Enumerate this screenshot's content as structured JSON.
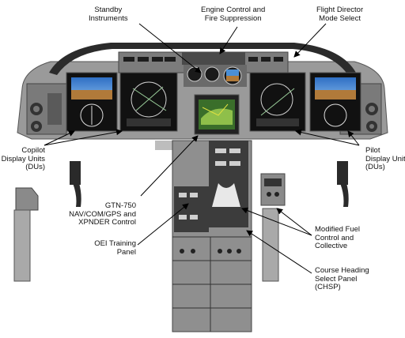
{
  "callouts": {
    "standby_instruments": "Standby\nInstruments",
    "engine_control": "Engine Control and\nFire Suppression",
    "flight_director": "Flight Director\nMode Select",
    "copilot_du": "Copilot\nDisplay Units\n(DUs)",
    "pilot_du": "Pilot\nDisplay Units\n(DUs)",
    "gtn_750": "GTN-750\nNAV/COM/GPS and\nXPNDER Control",
    "oei_panel": "OEI Training\nPanel",
    "fuel_control": "Modified Fuel\nControl and\nCollective",
    "chsp": "Course Heading\nSelect Panel\n(CHSP)"
  },
  "colors": {
    "panel": "#8a8a8a",
    "panel_dark": "#5a5a5a",
    "glareshield": "#2b2b2b",
    "pfd_sky": "#4a8fd6",
    "pfd_ground": "#b07a3a",
    "map_ground": "#3a6e2a"
  }
}
